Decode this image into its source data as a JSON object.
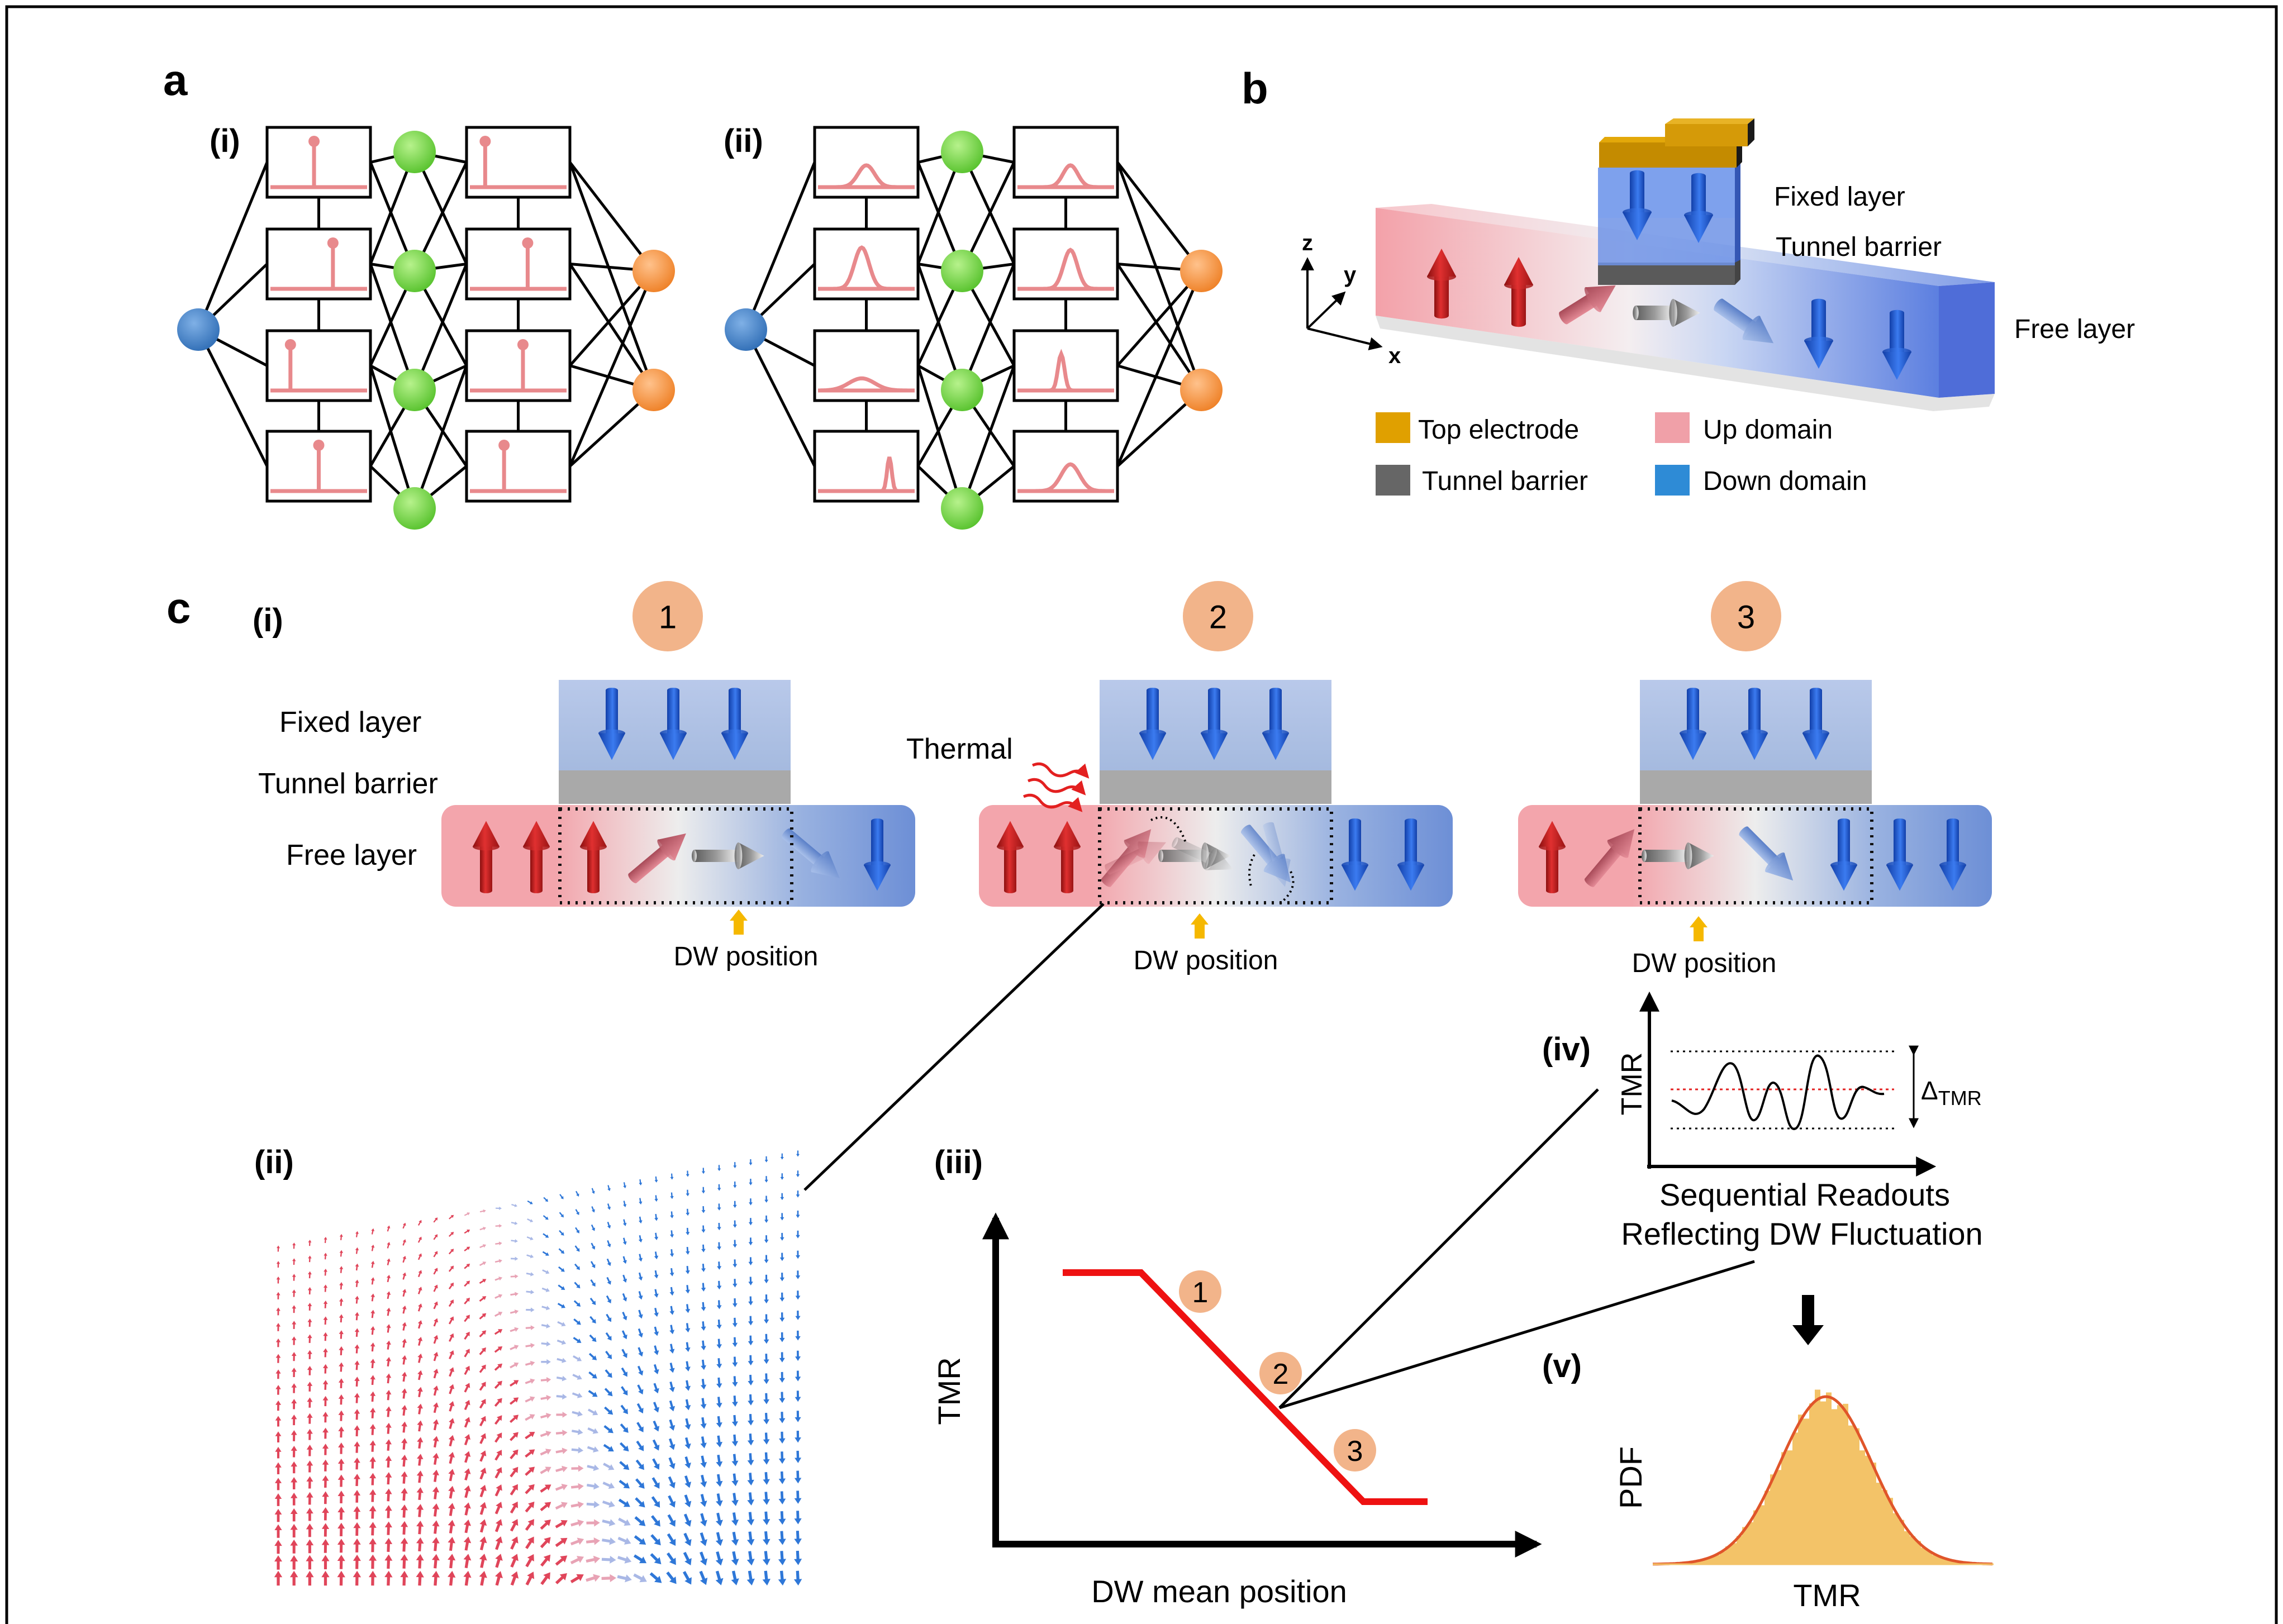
{
  "panels": {
    "a": {
      "label": "a",
      "sub_i": "(i)",
      "sub_ii": "(ii)"
    },
    "b": {
      "label": "b",
      "axes": {
        "z": "z",
        "y": "y",
        "x": "x"
      },
      "layers": {
        "fixed": "Fixed layer",
        "barrier": "Tunnel barrier",
        "free": "Free layer"
      },
      "legend": [
        {
          "label": "Top electrode",
          "color": "#e0a000"
        },
        {
          "label": "Tunnel barrier",
          "color": "#666666"
        },
        {
          "label": "Up domain",
          "color": "#f0a0a8"
        },
        {
          "label": "Down domain",
          "color": "#2e8bd6"
        }
      ]
    },
    "c": {
      "label": "c",
      "sub_i": "(i)",
      "sub_ii": "(ii)",
      "sub_iii": "(iii)",
      "sub_iv": "(iv)",
      "sub_v": "(v)",
      "layer_labels": {
        "fixed": "Fixed layer",
        "barrier": "Tunnel barrier",
        "free": "Free layer"
      },
      "thermal": "Thermal",
      "states": [
        {
          "number": "1",
          "dw_label": "DW position"
        },
        {
          "number": "2",
          "dw_label": "DW position"
        },
        {
          "number": "3",
          "dw_label": "DW position"
        }
      ],
      "iii": {
        "ylabel": "TMR",
        "xlabel": "DW mean position",
        "markers": [
          "1",
          "2",
          "3"
        ]
      },
      "iv": {
        "ylabel": "TMR",
        "delta_symbol": "Δ",
        "delta_subscript": "TMR",
        "caption_line1": "Sequential Readouts",
        "caption_line2": "Reflecting DW Fluctuation"
      },
      "v": {
        "ylabel": "PDF",
        "xlabel": "TMR"
      }
    }
  },
  "colors": {
    "up": "#d42a2a",
    "down": "#1f5fd8",
    "node_input": "#3a78c2",
    "node_hidden": "#6fd13b",
    "node_output": "#f28a2e",
    "curve_pink": "#e8898c",
    "badge": "#f2b48a",
    "tmr_line": "#ee1111",
    "gauss_fill": "#f3c368",
    "gauss_line": "#e0552a"
  }
}
